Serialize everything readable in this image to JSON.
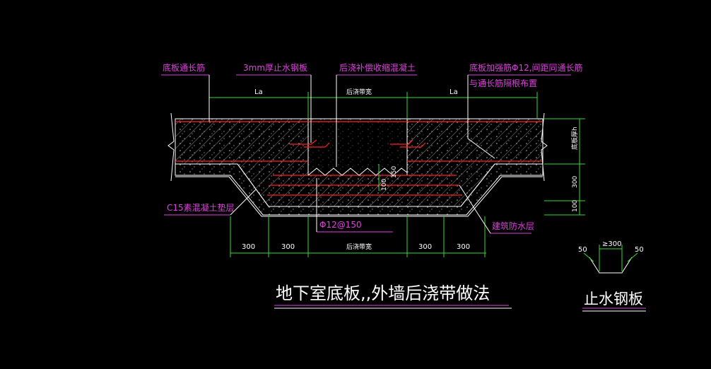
{
  "colors": {
    "background": "#000000",
    "leader": "#e040e0",
    "dimension": "#33dd33",
    "outline": "#ffffff",
    "rebar": "#ff2020",
    "hatch": "#9a9a9a"
  },
  "labels": {
    "slab_long_rebar": "底板通长筋",
    "waterstop_plate": "3mm厚止水钢板",
    "shrinkage_concrete": "后浇补偿收缩混凝土",
    "additional_rebar_line1": "底板加强筋Φ12,间距同通长筋",
    "additional_rebar_line2": "与通长筋隔根布置",
    "cushion_layer": "C15素混凝土垫层",
    "stirrup_rebar": "Φ12@150",
    "waterproof_layer": "建筑防水层"
  },
  "dimensions": {
    "la_left": "La",
    "la_right": "La",
    "band_width_top": "后浇带宽",
    "slab_thickness": "底板厚h",
    "depth_300": "300",
    "depth_100": "100",
    "small_150_a": "150",
    "small_100_b": "100",
    "bottom_300_1": "300",
    "bottom_300_2": "300",
    "band_width_bottom": "后浇带宽",
    "bottom_300_3": "300",
    "bottom_300_4": "300",
    "plate_50_left": "50",
    "plate_300": "≥300",
    "plate_50_right": "50"
  },
  "titles": {
    "main": "地下室底板,,外墙后浇带做法",
    "waterstop_detail": "止水钢板"
  }
}
